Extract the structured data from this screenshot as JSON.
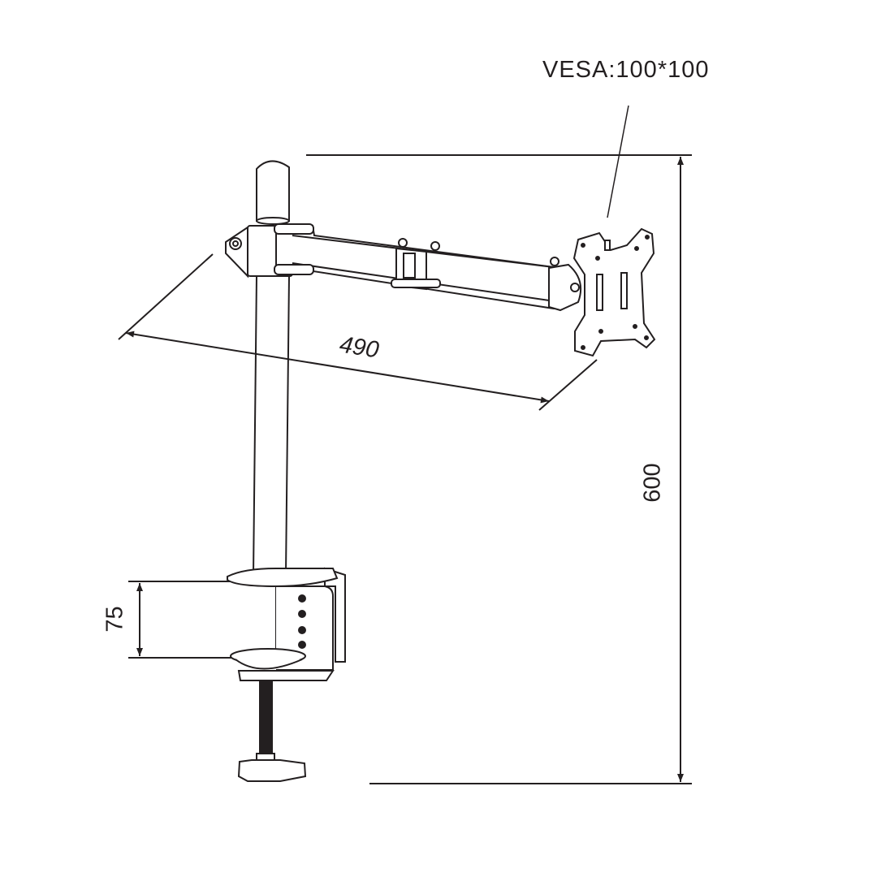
{
  "labels": {
    "vesa": "VESA:100*100",
    "arm_length": "490",
    "height": "600",
    "clamp_range": "75"
  },
  "colors": {
    "line": "#231f20",
    "background": "#ffffff"
  }
}
